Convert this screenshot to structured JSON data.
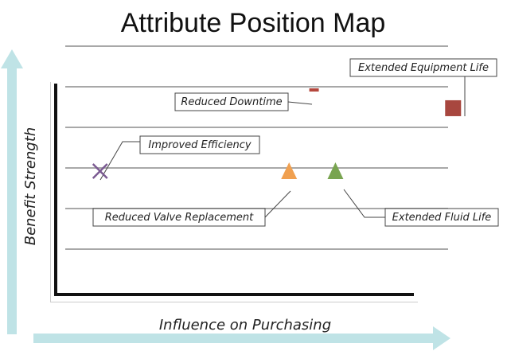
{
  "chart_data": {
    "type": "scatter",
    "title": "Attribute Position Map",
    "xlabel": "Influence on Purchasing",
    "ylabel": "Benefit Strength",
    "xlim": [
      0,
      10
    ],
    "ylim": [
      0,
      6
    ],
    "grid": true,
    "points": [
      {
        "label": "Improved Efficiency",
        "x": 1.2,
        "y": 3.0,
        "marker": "x",
        "color": "#7b5a92"
      },
      {
        "label": "Reduced Downtime",
        "x": 7.2,
        "y": 5.0,
        "marker": "dash",
        "color": "#b5473d"
      },
      {
        "label": "Reduced Valve Replacement",
        "x": 6.5,
        "y": 3.0,
        "marker": "triangle",
        "color": "#f0a050"
      },
      {
        "label": "Extended Fluid Life",
        "x": 7.8,
        "y": 3.0,
        "marker": "triangle",
        "color": "#79a450"
      },
      {
        "label": "Extended Equipment Life",
        "x": 11.1,
        "y": 4.55,
        "marker": "square",
        "color": "#a8473f"
      }
    ]
  },
  "colors": {
    "axis_arrow": "#bfe3e6",
    "gridline": "#a8a8a8",
    "axis": "#111111"
  }
}
